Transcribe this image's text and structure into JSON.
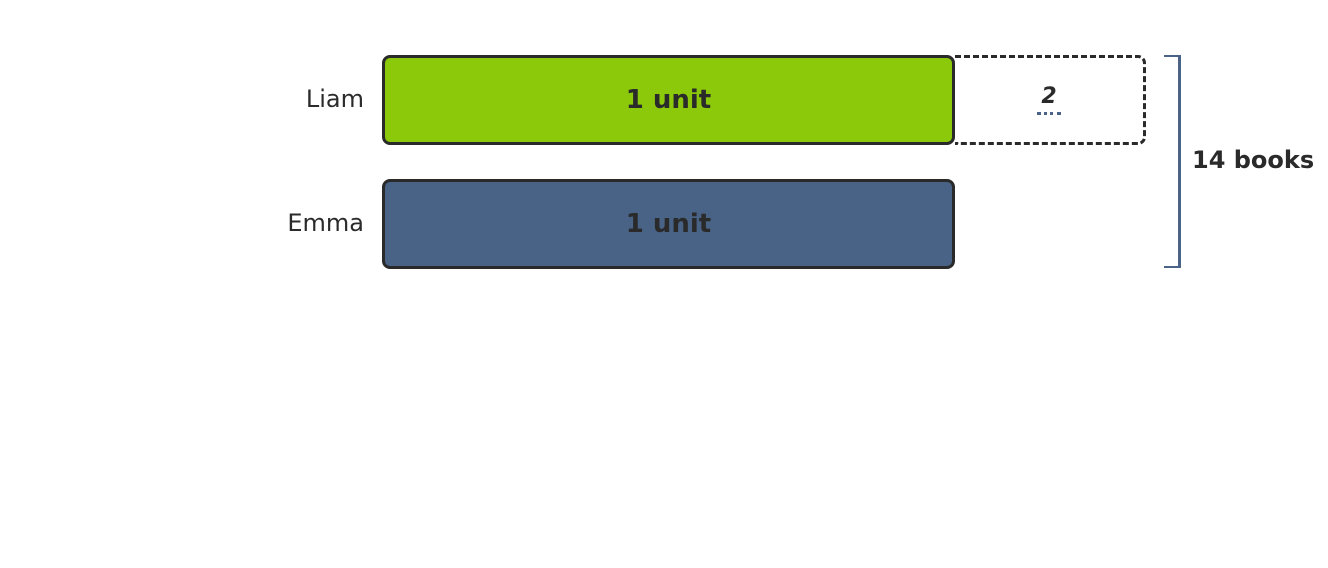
{
  "rows": [
    {
      "name": "Liam",
      "unit_label": "1 unit",
      "color": "#8bc90a",
      "extra_value": "2"
    },
    {
      "name": "Emma",
      "unit_label": "1 unit",
      "color": "#486386"
    }
  ],
  "total": {
    "label": "14 books",
    "bracket_color": "#4a6387"
  },
  "stroke_color": "#2a2a2a"
}
